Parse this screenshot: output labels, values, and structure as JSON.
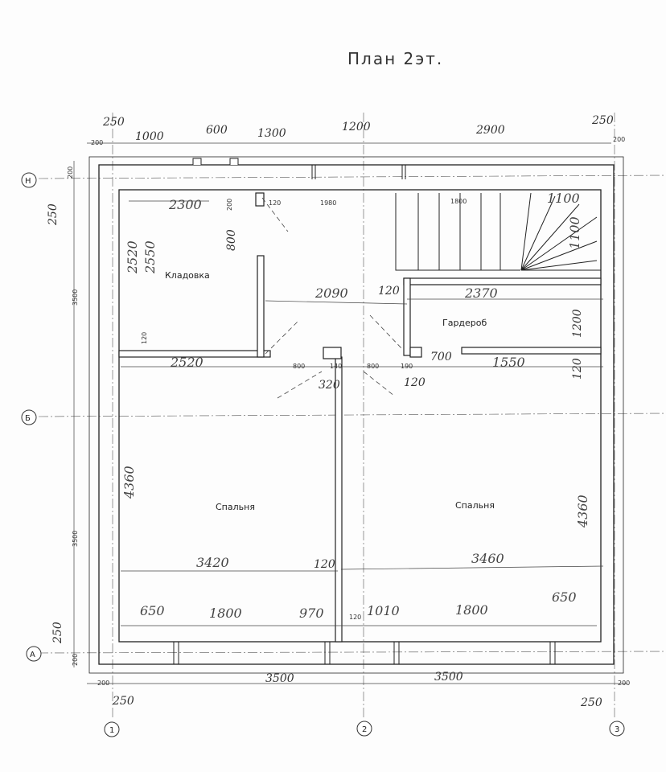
{
  "title": "План 2эт.",
  "rooms": [
    "Кладовка",
    "Гардероб",
    "Спальня",
    "Спальня"
  ],
  "axes": {
    "top": "Н",
    "middle": "Б",
    "bottom": "А",
    "left": "1",
    "center": "2",
    "right": "3"
  },
  "dims_top": [
    "250",
    "1000",
    "600",
    "1300",
    "1200",
    "2900",
    "250",
    "200",
    "200"
  ],
  "dims_bottom": [
    "3500",
    "3500",
    "250",
    "250",
    "200",
    "200"
  ],
  "dims_left": [
    "250",
    "3500",
    "3500",
    "250",
    "200",
    "200"
  ],
  "dims_inner": {
    "storage_w": "2300",
    "storage_h1": "2520",
    "storage_h2": "2550",
    "storage_bottom": "2520",
    "door_800": "800",
    "n_200": "200",
    "n_120": "120",
    "hall_1980": "1980",
    "stair_1800": "1800",
    "stair_1100a": "1100",
    "stair_1100b": "1100",
    "hall_2090": "2090",
    "wardrobe_2370": "2370",
    "w_1200": "1200",
    "w_120": "120",
    "w_1550": "1550",
    "w_700": "700",
    "d_800a": "800",
    "d_140": "140",
    "d_800b": "800",
    "d_190": "190",
    "d_320": "320",
    "d_120": "120",
    "bed_h_left": "4360",
    "bed_h_right": "4360",
    "bed_w_left": "3420",
    "bed_w_right": "3460",
    "bot_650a": "650",
    "bot_1800a": "1800",
    "bot_970": "970",
    "bot_120": "120",
    "bot_1010": "1010",
    "bot_1800b": "1800",
    "bot_650b": "650"
  }
}
